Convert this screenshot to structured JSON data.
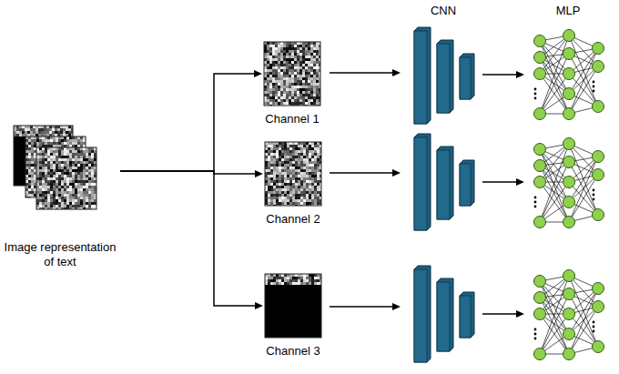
{
  "diagram": {
    "nodes": [
      {
        "text": [
          "Image representation of text"
        ]
      },
      {
        "text": [
          "Channel 1"
        ]
      },
      {
        "text": [
          "Channel 2"
        ]
      },
      {
        "text": [
          "Channel 3"
        ]
      }
    ],
    "edges": [
      {
        "from": 0,
        "to": 1,
        "arrow": "to"
      },
      {
        "from": 0,
        "to": 2,
        "arrow": "to"
      },
      {
        "from": 0,
        "to": 3,
        "arrow": "to"
      }
    ],
    "labels": [
      "CNN",
      "MLP"
    ]
  }
}
